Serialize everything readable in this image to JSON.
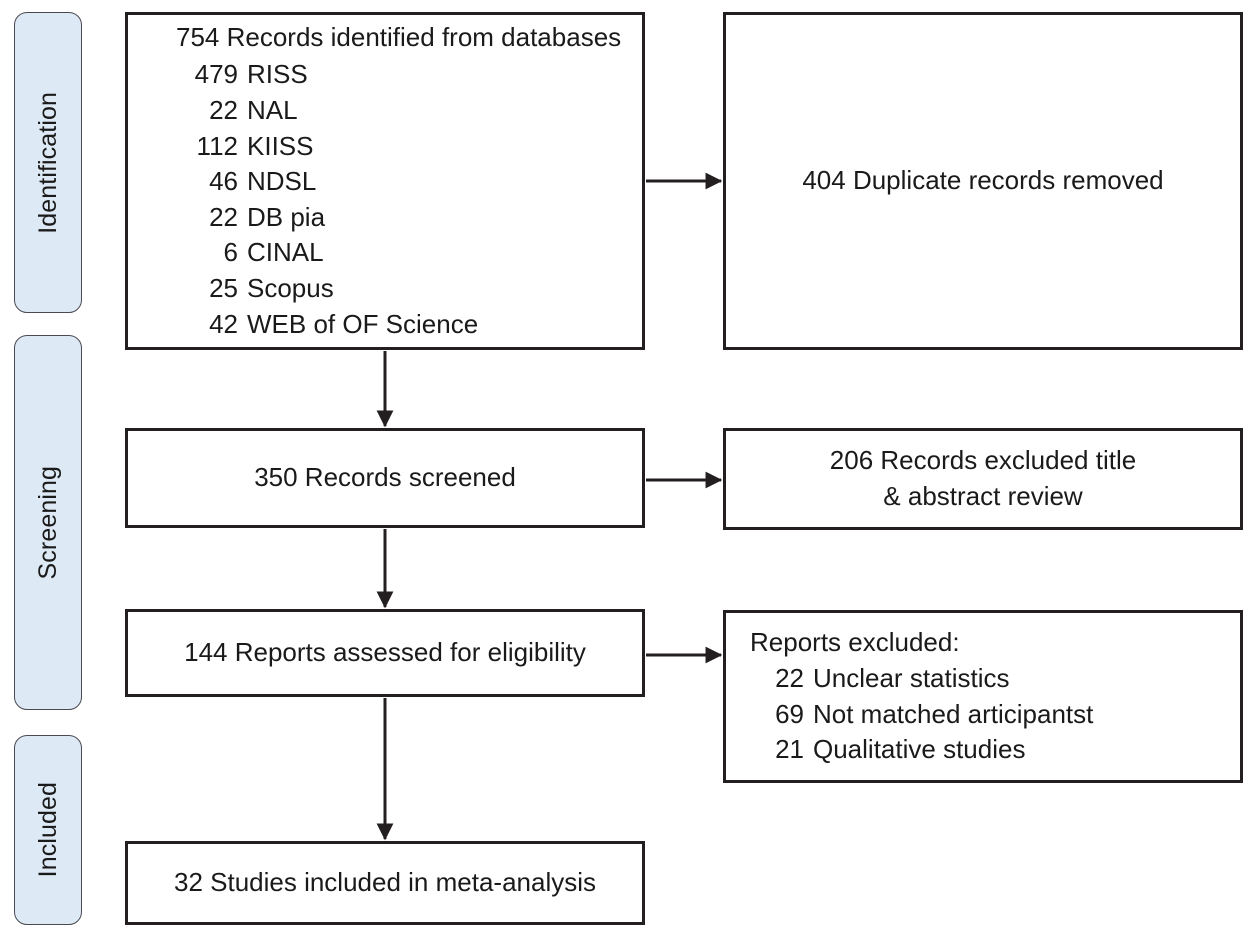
{
  "diagram": {
    "type": "prisma-flow-diagram",
    "stages": [
      {
        "id": "identification",
        "label": "Identification"
      },
      {
        "id": "screening",
        "label": "Screening"
      },
      {
        "id": "included",
        "label": "Included"
      }
    ],
    "identified": {
      "heading": "754 Records identified from databases",
      "heading_count": "754",
      "heading_text": "Records identified from databases",
      "sources": [
        {
          "count": "479",
          "name": "RISS"
        },
        {
          "count": "22",
          "name": "NAL"
        },
        {
          "count": "112",
          "name": "KIISS"
        },
        {
          "count": "46",
          "name": "NDSL"
        },
        {
          "count": "22",
          "name": "DB pia"
        },
        {
          "count": "6",
          "name": "CINAL"
        },
        {
          "count": "25",
          "name": "Scopus"
        },
        {
          "count": "42",
          "name": "WEB of OF Science"
        }
      ]
    },
    "duplicates": {
      "line": "404 Duplicate records removed"
    },
    "screened": {
      "line": "350 Records screened"
    },
    "excluded_title_abstract": {
      "line1": "206 Records excluded title",
      "line2": "& abstract review"
    },
    "eligibility": {
      "line": "144 Reports assessed for eligibility"
    },
    "excluded_reports": {
      "heading": "Reports excluded:",
      "reasons": [
        {
          "count": "22",
          "name": "Unclear statistics"
        },
        {
          "count": "69",
          "name": "Not matched articipantst"
        },
        {
          "count": "21",
          "name": "Qualitative studies"
        }
      ]
    },
    "included_studies": {
      "line": "32 Studies included in meta-analysis"
    },
    "colors": {
      "stage_fill": "#dde9f4",
      "stage_border": "#4a4a52",
      "box_border": "#231f20",
      "text": "#1a1a1a",
      "background": "#ffffff"
    }
  }
}
